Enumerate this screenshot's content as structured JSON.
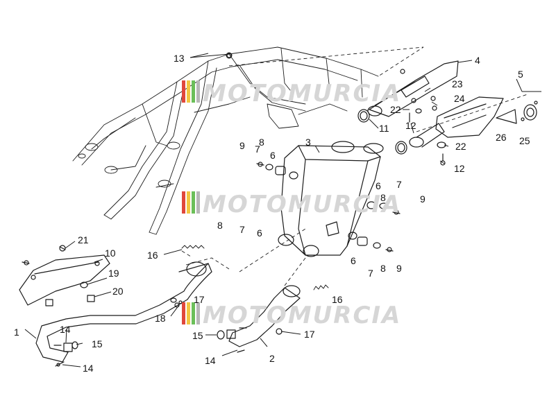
{
  "watermark": {
    "text": "MOTOMURCIA",
    "colors": [
      "#e0483c",
      "#f2c641",
      "#6bbf59",
      "#b7b7b7"
    ]
  },
  "callouts": [
    {
      "id": "c1",
      "label": "1"
    },
    {
      "id": "c2",
      "label": "2"
    },
    {
      "id": "c3",
      "label": "3"
    },
    {
      "id": "c4",
      "label": "4"
    },
    {
      "id": "c5",
      "label": "5"
    },
    {
      "id": "c6a",
      "label": "6"
    },
    {
      "id": "c6b",
      "label": "6"
    },
    {
      "id": "c6c",
      "label": "6"
    },
    {
      "id": "c6d",
      "label": "6"
    },
    {
      "id": "c7a",
      "label": "7"
    },
    {
      "id": "c7b",
      "label": "7"
    },
    {
      "id": "c7c",
      "label": "7"
    },
    {
      "id": "c7d",
      "label": "7"
    },
    {
      "id": "c8a",
      "label": "8"
    },
    {
      "id": "c8b",
      "label": "8"
    },
    {
      "id": "c8c",
      "label": "8"
    },
    {
      "id": "c8d",
      "label": "8"
    },
    {
      "id": "c9a",
      "label": "9"
    },
    {
      "id": "c9b",
      "label": "9"
    },
    {
      "id": "c9c",
      "label": "9"
    },
    {
      "id": "c10",
      "label": "10"
    },
    {
      "id": "c11",
      "label": "11"
    },
    {
      "id": "c12a",
      "label": "12"
    },
    {
      "id": "c12b",
      "label": "12"
    },
    {
      "id": "c13",
      "label": "13"
    },
    {
      "id": "c14a",
      "label": "14"
    },
    {
      "id": "c14b",
      "label": "14"
    },
    {
      "id": "c14c",
      "label": "14"
    },
    {
      "id": "c15a",
      "label": "15"
    },
    {
      "id": "c15b",
      "label": "15"
    },
    {
      "id": "c16a",
      "label": "16"
    },
    {
      "id": "c16b",
      "label": "16"
    },
    {
      "id": "c17a",
      "label": "17"
    },
    {
      "id": "c17b",
      "label": "17"
    },
    {
      "id": "c18",
      "label": "18"
    },
    {
      "id": "c19",
      "label": "19"
    },
    {
      "id": "c20",
      "label": "20"
    },
    {
      "id": "c21",
      "label": "21"
    },
    {
      "id": "c22a",
      "label": "22"
    },
    {
      "id": "c22b",
      "label": "22"
    },
    {
      "id": "c23",
      "label": "23"
    },
    {
      "id": "c24",
      "label": "24"
    },
    {
      "id": "c25",
      "label": "25"
    },
    {
      "id": "c26",
      "label": "26"
    }
  ]
}
